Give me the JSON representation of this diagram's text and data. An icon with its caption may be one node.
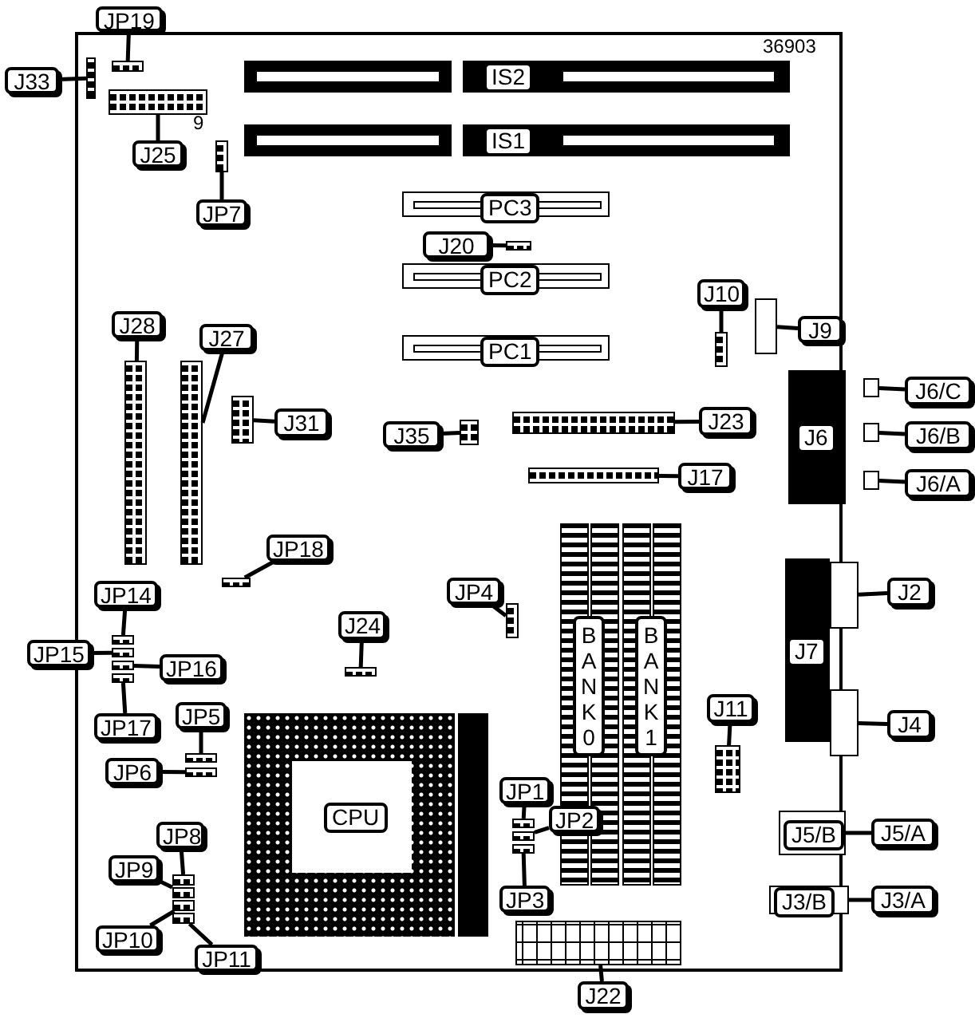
{
  "diagram": {
    "nodes": [
      {
        "text": [
          "JP19"
        ]
      },
      {
        "text": [],
        "shape": "box"
      },
      {
        "text": [
          "J33"
        ]
      },
      {
        "text": [],
        "shape": "box"
      },
      {
        "text": [
          "J25"
        ]
      },
      {
        "text": [],
        "shape": "box"
      },
      {
        "text": [
          "IS2"
        ]
      },
      {
        "text": [
          "IS1"
        ]
      },
      {
        "text": [
          "JP7"
        ]
      },
      {
        "text": [],
        "shape": "box"
      },
      {
        "text": [
          "PC3"
        ]
      },
      {
        "text": [
          "J20"
        ]
      },
      {
        "text": [],
        "shape": "box"
      },
      {
        "text": [
          "PC2"
        ]
      },
      {
        "text": [
          "J10"
        ]
      },
      {
        "text": [],
        "shape": "box"
      },
      {
        "text": [
          "J9"
        ]
      },
      {
        "text": [],
        "shape": "box"
      },
      {
        "text": [
          "PC1"
        ]
      },
      {
        "text": [
          "J28"
        ]
      },
      {
        "text": [],
        "shape": "box"
      },
      {
        "text": [
          "J27"
        ]
      },
      {
        "text": [],
        "shape": "box"
      },
      {
        "text": [
          "J31"
        ]
      },
      {
        "text": [],
        "shape": "box"
      },
      {
        "text": [
          "J35"
        ]
      },
      {
        "text": [],
        "shape": "box"
      },
      {
        "text": [
          "J23"
        ]
      },
      {
        "text": [],
        "shape": "box"
      },
      {
        "text": [
          "J6"
        ]
      },
      {
        "text": [
          "J6/C"
        ]
      },
      {
        "text": [],
        "shape": "box"
      },
      {
        "text": [
          "J6/B"
        ]
      },
      {
        "text": [],
        "shape": "box"
      },
      {
        "text": [
          "J6/A"
        ]
      },
      {
        "text": [],
        "shape": "box"
      },
      {
        "text": [
          "J17"
        ]
      },
      {
        "text": [],
        "shape": "box"
      },
      {
        "text": [
          "JP18"
        ]
      },
      {
        "text": [],
        "shape": "box"
      },
      {
        "text": [
          "JP4"
        ]
      },
      {
        "text": [],
        "shape": "box"
      },
      {
        "text": [
          "J2"
        ]
      },
      {
        "text": [],
        "shape": "box"
      },
      {
        "text": [
          "JP14"
        ]
      },
      {
        "text": [],
        "shape": "box"
      },
      {
        "text": [
          "JP15"
        ]
      },
      {
        "text": [],
        "shape": "box"
      },
      {
        "text": [
          "JP16"
        ]
      },
      {
        "text": [],
        "shape": "box"
      },
      {
        "text": [
          "JP17"
        ]
      },
      {
        "text": [],
        "shape": "box"
      },
      {
        "text": [
          "J7"
        ]
      },
      {
        "text": [
          "J24"
        ]
      },
      {
        "text": [],
        "shape": "box"
      },
      {
        "text": [
          "BANK0"
        ]
      },
      {
        "text": [
          "BANK1"
        ]
      },
      {
        "text": [
          "J11"
        ]
      },
      {
        "text": [],
        "shape": "box"
      },
      {
        "text": [
          "J4"
        ]
      },
      {
        "text": [],
        "shape": "box"
      },
      {
        "text": [
          "JP5"
        ]
      },
      {
        "text": [],
        "shape": "box"
      },
      {
        "text": [
          "JP6"
        ]
      },
      {
        "text": [],
        "shape": "box"
      },
      {
        "text": [
          "CPU"
        ]
      },
      {
        "text": [
          "JP1"
        ]
      },
      {
        "text": [],
        "shape": "box"
      },
      {
        "text": [
          "JP2"
        ]
      },
      {
        "text": [],
        "shape": "box"
      },
      {
        "text": [
          "JP8"
        ]
      },
      {
        "text": [],
        "shape": "box"
      },
      {
        "text": [
          "J5/B"
        ]
      },
      {
        "text": [
          "J5/A"
        ]
      },
      {
        "text": [
          "JP9"
        ]
      },
      {
        "text": [],
        "shape": "box"
      },
      {
        "text": [
          "JP3"
        ]
      },
      {
        "text": [],
        "shape": "box"
      },
      {
        "text": [
          "J3/B"
        ]
      },
      {
        "text": [
          "J3/A"
        ]
      },
      {
        "text": [
          "JP10"
        ]
      },
      {
        "text": [],
        "shape": "box"
      },
      {
        "text": [
          "JP11"
        ]
      },
      {
        "text": [],
        "shape": "box"
      },
      {
        "text": [
          "J22"
        ]
      },
      {
        "text": [],
        "shape": "box"
      }
    ],
    "edges": [
      {
        "from": 0,
        "to": 1,
        "arrow": "none"
      },
      {
        "from": 2,
        "to": 3,
        "arrow": "none"
      },
      {
        "from": 4,
        "to": 5,
        "arrow": "none"
      },
      {
        "from": 8,
        "to": 9,
        "arrow": "none"
      },
      {
        "from": 11,
        "to": 12,
        "arrow": "none"
      },
      {
        "from": 14,
        "to": 15,
        "arrow": "none"
      },
      {
        "from": 16,
        "to": 17,
        "arrow": "none"
      },
      {
        "from": 19,
        "to": 20,
        "arrow": "none"
      },
      {
        "from": 21,
        "to": 22,
        "arrow": "none"
      },
      {
        "from": 23,
        "to": 24,
        "arrow": "none"
      },
      {
        "from": 25,
        "to": 26,
        "arrow": "none"
      },
      {
        "from": 27,
        "to": 28,
        "arrow": "none"
      },
      {
        "from": 30,
        "to": 31,
        "arrow": "none"
      },
      {
        "from": 32,
        "to": 33,
        "arrow": "none"
      },
      {
        "from": 34,
        "to": 35,
        "arrow": "none"
      },
      {
        "from": 36,
        "to": 37,
        "arrow": "none"
      },
      {
        "from": 38,
        "to": 39,
        "arrow": "none"
      },
      {
        "from": 40,
        "to": 41,
        "arrow": "none"
      },
      {
        "from": 42,
        "to": 43,
        "arrow": "none"
      },
      {
        "from": 44,
        "to": 45,
        "arrow": "none"
      },
      {
        "from": 46,
        "to": 47,
        "arrow": "none"
      },
      {
        "from": 48,
        "to": 49,
        "arrow": "none"
      },
      {
        "from": 50,
        "to": 51,
        "arrow": "none"
      },
      {
        "from": 53,
        "to": 54,
        "arrow": "none"
      },
      {
        "from": 57,
        "to": 58,
        "arrow": "none"
      },
      {
        "from": 59,
        "to": 60,
        "arrow": "none"
      },
      {
        "from": 61,
        "to": 62,
        "arrow": "none"
      },
      {
        "from": 63,
        "to": 64,
        "arrow": "none"
      },
      {
        "from": 66,
        "to": 67,
        "arrow": "none"
      },
      {
        "from": 68,
        "to": 69,
        "arrow": "none"
      },
      {
        "from": 70,
        "to": 71,
        "arrow": "none"
      },
      {
        "from": 73,
        "to": 72,
        "arrow": "none"
      },
      {
        "from": 74,
        "to": 75,
        "arrow": "none"
      },
      {
        "from": 76,
        "to": 77,
        "arrow": "none"
      },
      {
        "from": 79,
        "to": 78,
        "arrow": "none"
      },
      {
        "from": 80,
        "to": 81,
        "arrow": "none"
      },
      {
        "from": 82,
        "to": 83,
        "arrow": "none"
      },
      {
        "from": 84,
        "to": 85,
        "arrow": "none"
      }
    ],
    "labels": [
      "36903",
      "9"
    ]
  }
}
